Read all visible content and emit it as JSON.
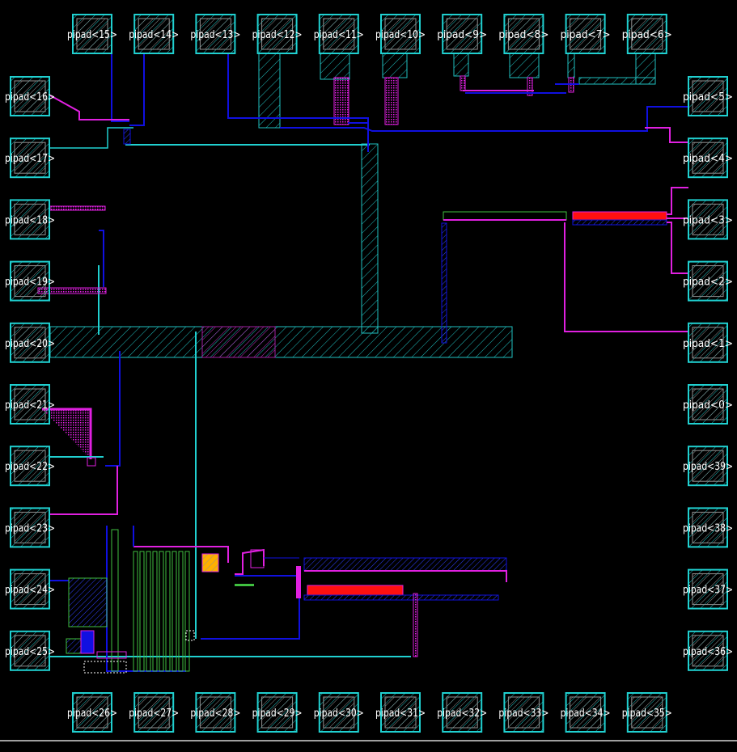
{
  "colors": {
    "background": "#000000",
    "pad_outline": "#20d0d0",
    "metal1": "#1010e0",
    "metal2": "#e020e0",
    "poly": "#ff1010",
    "diffusion": "#40c040",
    "contact": "#ffb000",
    "label": "#ffffff"
  },
  "pads": {
    "top": [
      "pipad<15>",
      "pipad<14>",
      "pipad<13>",
      "pipad<12>",
      "pipad<11>",
      "pipad<10>",
      "pipad<9>",
      "pipad<8>",
      "pipad<7>",
      "pipad<6>"
    ],
    "left": [
      "pipad<16>",
      "pipad<17>",
      "pipad<18>",
      "pipad<19>",
      "pipad<20>",
      "pipad<21>",
      "pipad<22>",
      "pipad<23>",
      "pipad<24>",
      "pipad<25>"
    ],
    "bottom": [
      "pipad<26>",
      "pipad<27>",
      "pipad<28>",
      "pipad<29>",
      "pipad<30>",
      "pipad<31>",
      "pipad<32>",
      "pipad<33>",
      "pipad<34>",
      "pipad<35>"
    ],
    "right": [
      "pipad<5>",
      "pipad<4>",
      "pipad<3>",
      "pipad<2>",
      "pipad<1>",
      "pipad<0>",
      "pipad<39>",
      "pipad<38>",
      "pipad<37>",
      "pipad<36>"
    ]
  }
}
